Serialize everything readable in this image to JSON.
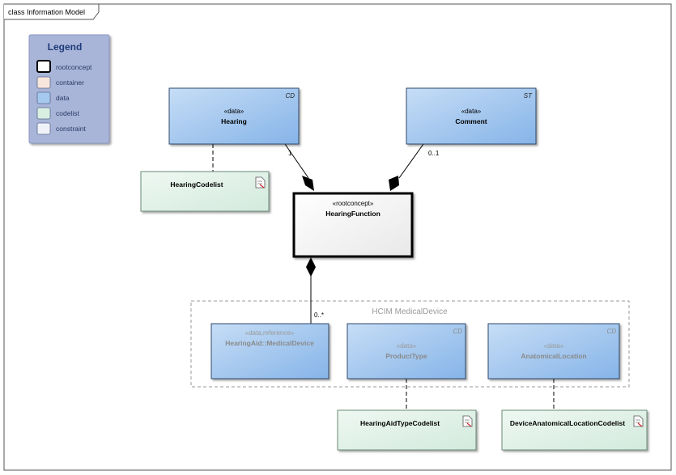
{
  "frame": {
    "title": "class Information Model"
  },
  "legend": {
    "title": "Legend",
    "items": [
      {
        "label": "rootconcept",
        "color": "#ffffff"
      },
      {
        "label": "container",
        "color": "#f7e6dc"
      },
      {
        "label": "data",
        "color": "#a5c8ee"
      },
      {
        "label": "codelist",
        "color": "#d8efe2"
      },
      {
        "label": "constraint",
        "color": "#f0f2fa"
      }
    ]
  },
  "package": {
    "name": "HCIM MedicalDevice"
  },
  "classes": {
    "hearing": {
      "stereotype": "«data»",
      "name": "Hearing",
      "type": "CD"
    },
    "comment": {
      "stereotype": "«data»",
      "name": "Comment",
      "type": "ST"
    },
    "hearing_function": {
      "stereotype": "«rootconcept»",
      "name": "HearingFunction"
    },
    "medical_device": {
      "stereotype": "«data,reference»",
      "name": "HearingAid::MedicalDevice"
    },
    "product_type": {
      "stereotype": "«data»",
      "name": "ProductType",
      "type": "CD"
    },
    "anatomical_location": {
      "stereotype": "«data»",
      "name": "AnatomicalLocation",
      "type": "CD"
    }
  },
  "codelists": {
    "hearing_codelist": {
      "name": "HearingCodelist"
    },
    "hearing_aid_type_codelist": {
      "name": "HearingAidTypeCodelist"
    },
    "device_location_codelist": {
      "name": "DeviceAnatomicalLocationCodelist"
    }
  },
  "multiplicities": {
    "hearing": "1",
    "comment": "0..1",
    "medical_device": "0..*"
  },
  "colors": {
    "data_fill_light": "#c4dcf6",
    "data_fill_dark": "#8cb9ea",
    "codelist_fill": "#deefe6",
    "legend_bg": "#a9b5d8",
    "legend_title": "#1f3b7a",
    "faded_text": "#9a9a9a"
  }
}
